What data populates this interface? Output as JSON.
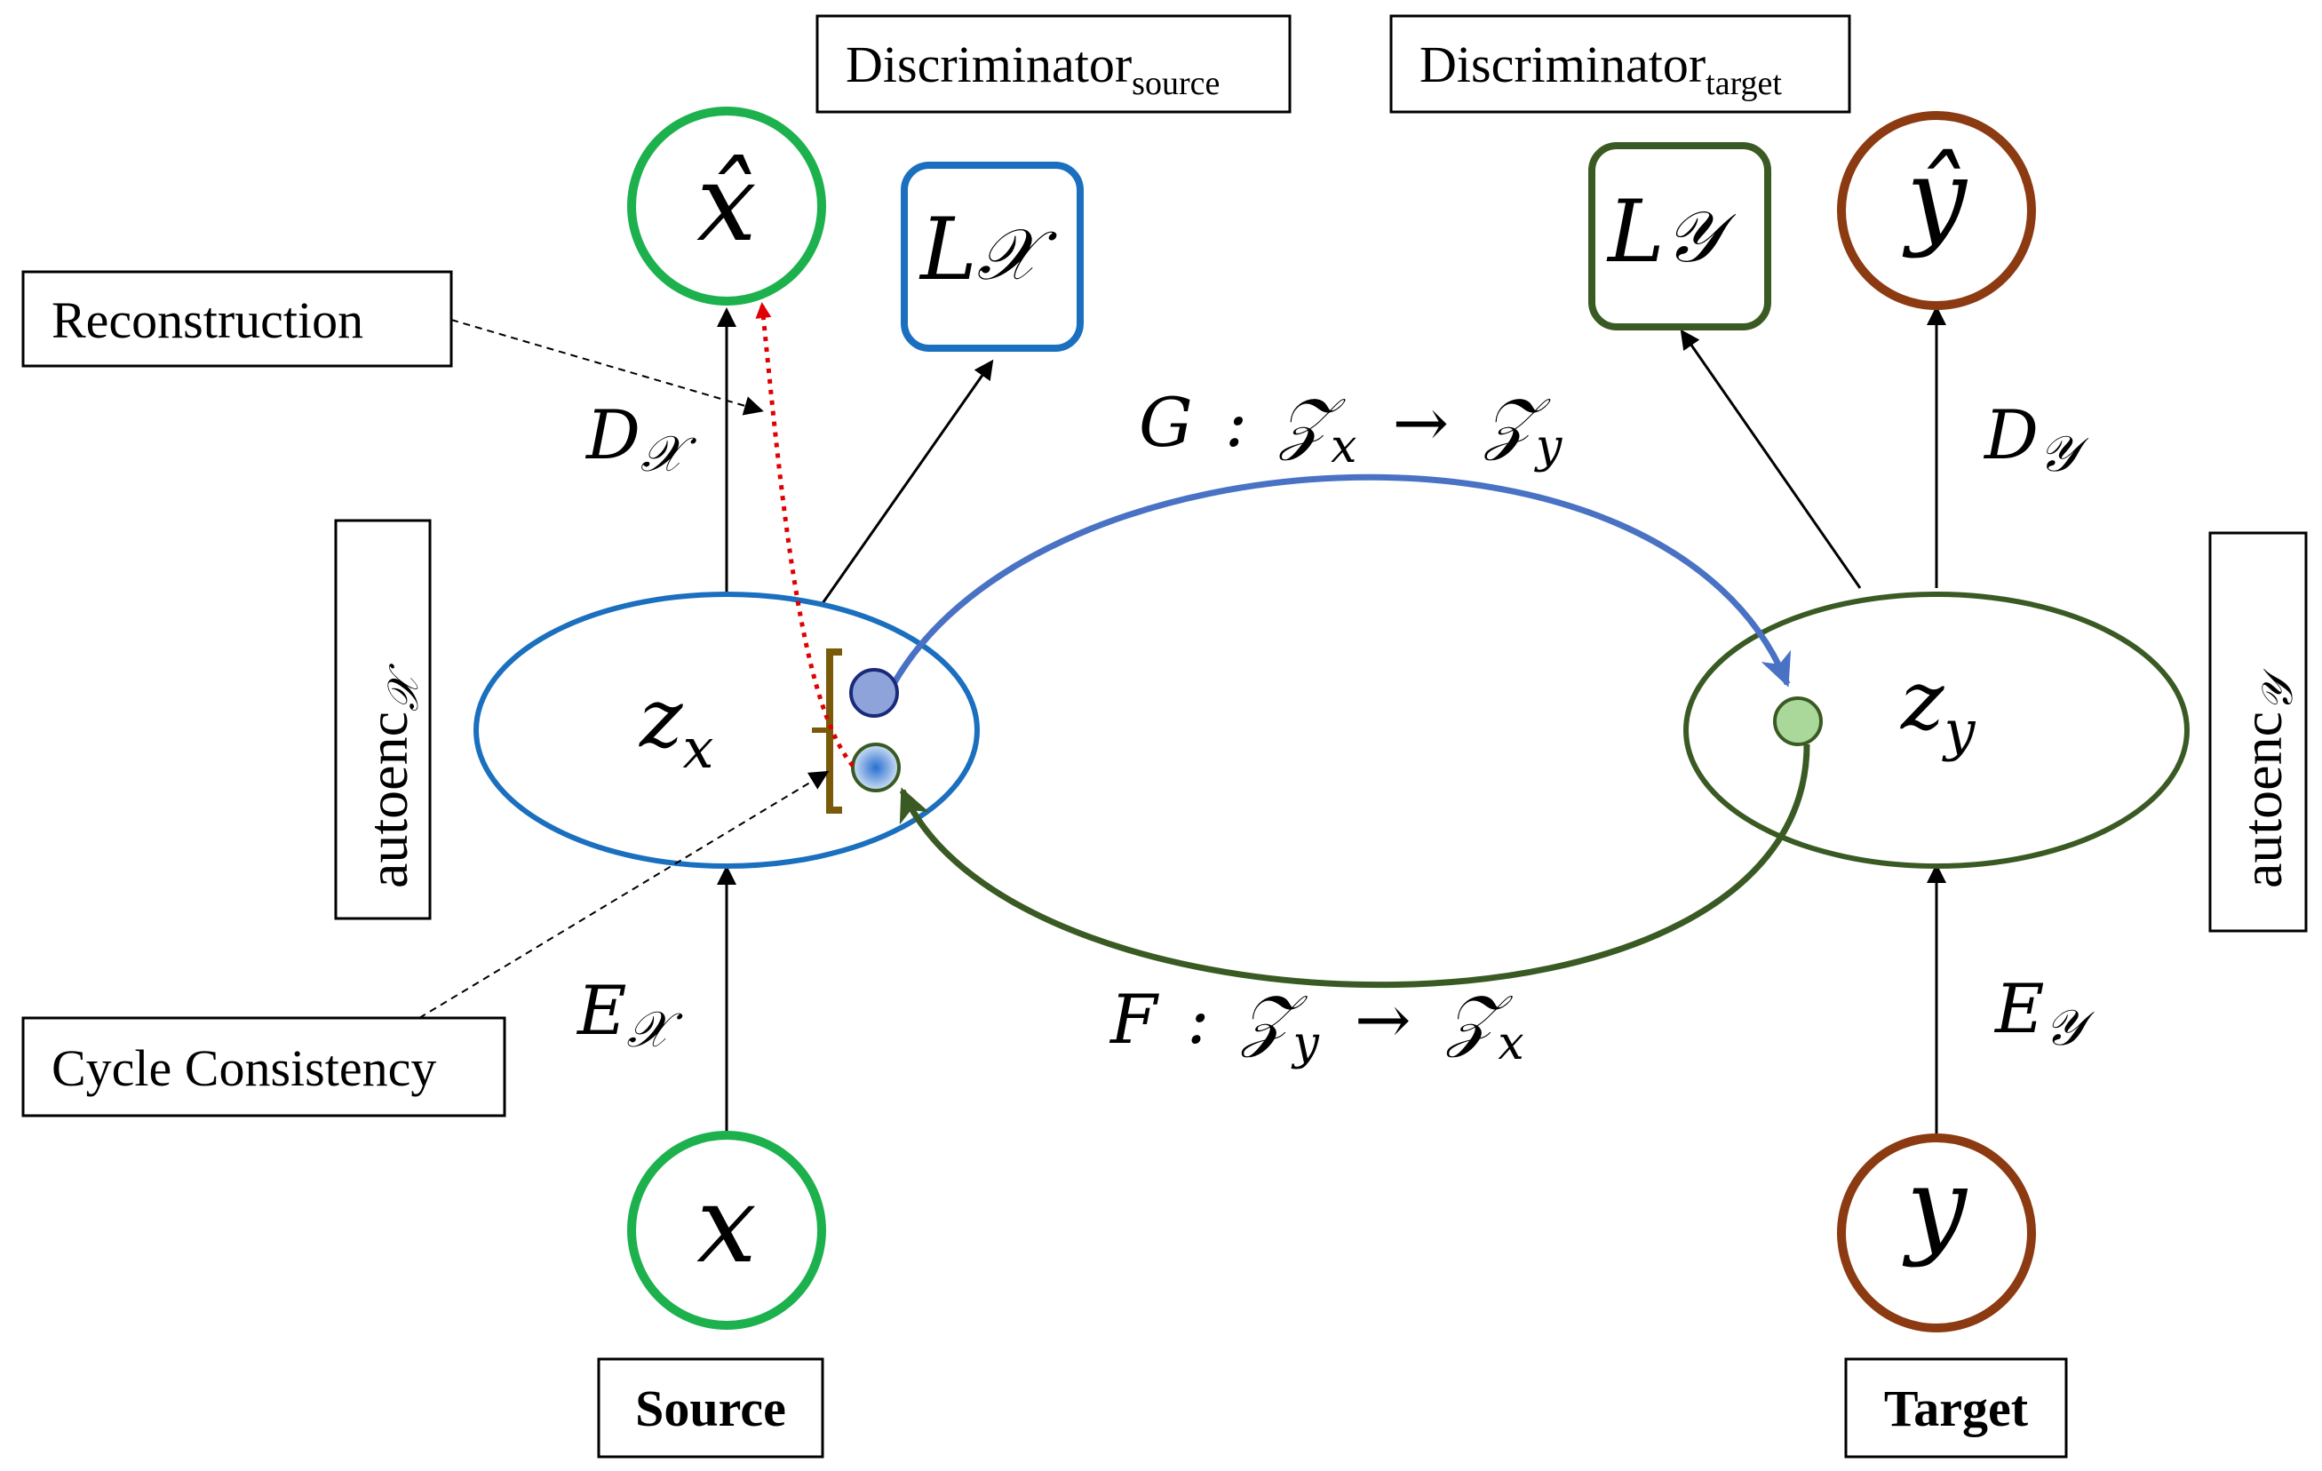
{
  "labels": {
    "discriminator_source": {
      "main": "Discriminator",
      "sub": "source"
    },
    "discriminator_target": {
      "main": "Discriminator",
      "sub": "target"
    },
    "reconstruction": "Reconstruction",
    "cycle_consistency": "Cycle Consistency",
    "source": "Source",
    "target": "Target",
    "autoenc_x": {
      "main": "autoenc",
      "sub": "𝒳"
    },
    "autoenc_y": {
      "main": "autoenc",
      "sub": "𝒴"
    }
  },
  "nodes": {
    "x_hat": "x̂",
    "y_hat": "ŷ",
    "x": "x",
    "y": "y",
    "z_x": {
      "main": "z",
      "sub": "x"
    },
    "z_y": {
      "main": "z",
      "sub": "y"
    },
    "L_x": {
      "main": "L",
      "sub": "𝒳"
    },
    "L_y": {
      "main": "L",
      "sub": "𝒴"
    }
  },
  "edge_labels": {
    "D_x": {
      "main": "D",
      "sub": "𝒳"
    },
    "D_y": {
      "main": "D",
      "sub": "𝒴"
    },
    "E_x": {
      "main": "E",
      "sub": "𝒳"
    },
    "E_y": {
      "main": "E",
      "sub": "𝒴"
    },
    "G": {
      "name": "G",
      "colon": ":",
      "from": "𝒵",
      "from_sub": "x",
      "arrow": "→",
      "to": "𝒵",
      "to_sub": "y"
    },
    "F": {
      "name": "F",
      "colon": ":",
      "from": "𝒵",
      "from_sub": "y",
      "arrow": "→",
      "to": "𝒵",
      "to_sub": "x"
    }
  },
  "colors": {
    "green_circle": "#1db14e",
    "brown_circle": "#8b3a12",
    "blue": "#1a6fbf",
    "dark_green": "#3a5a24",
    "mapping_blue": "#4a72c4",
    "red_dotted": "#e00000",
    "bracket": "#7a5a0a",
    "dot_blue": "#8fa3db",
    "dot_green": "#a9d89a"
  }
}
